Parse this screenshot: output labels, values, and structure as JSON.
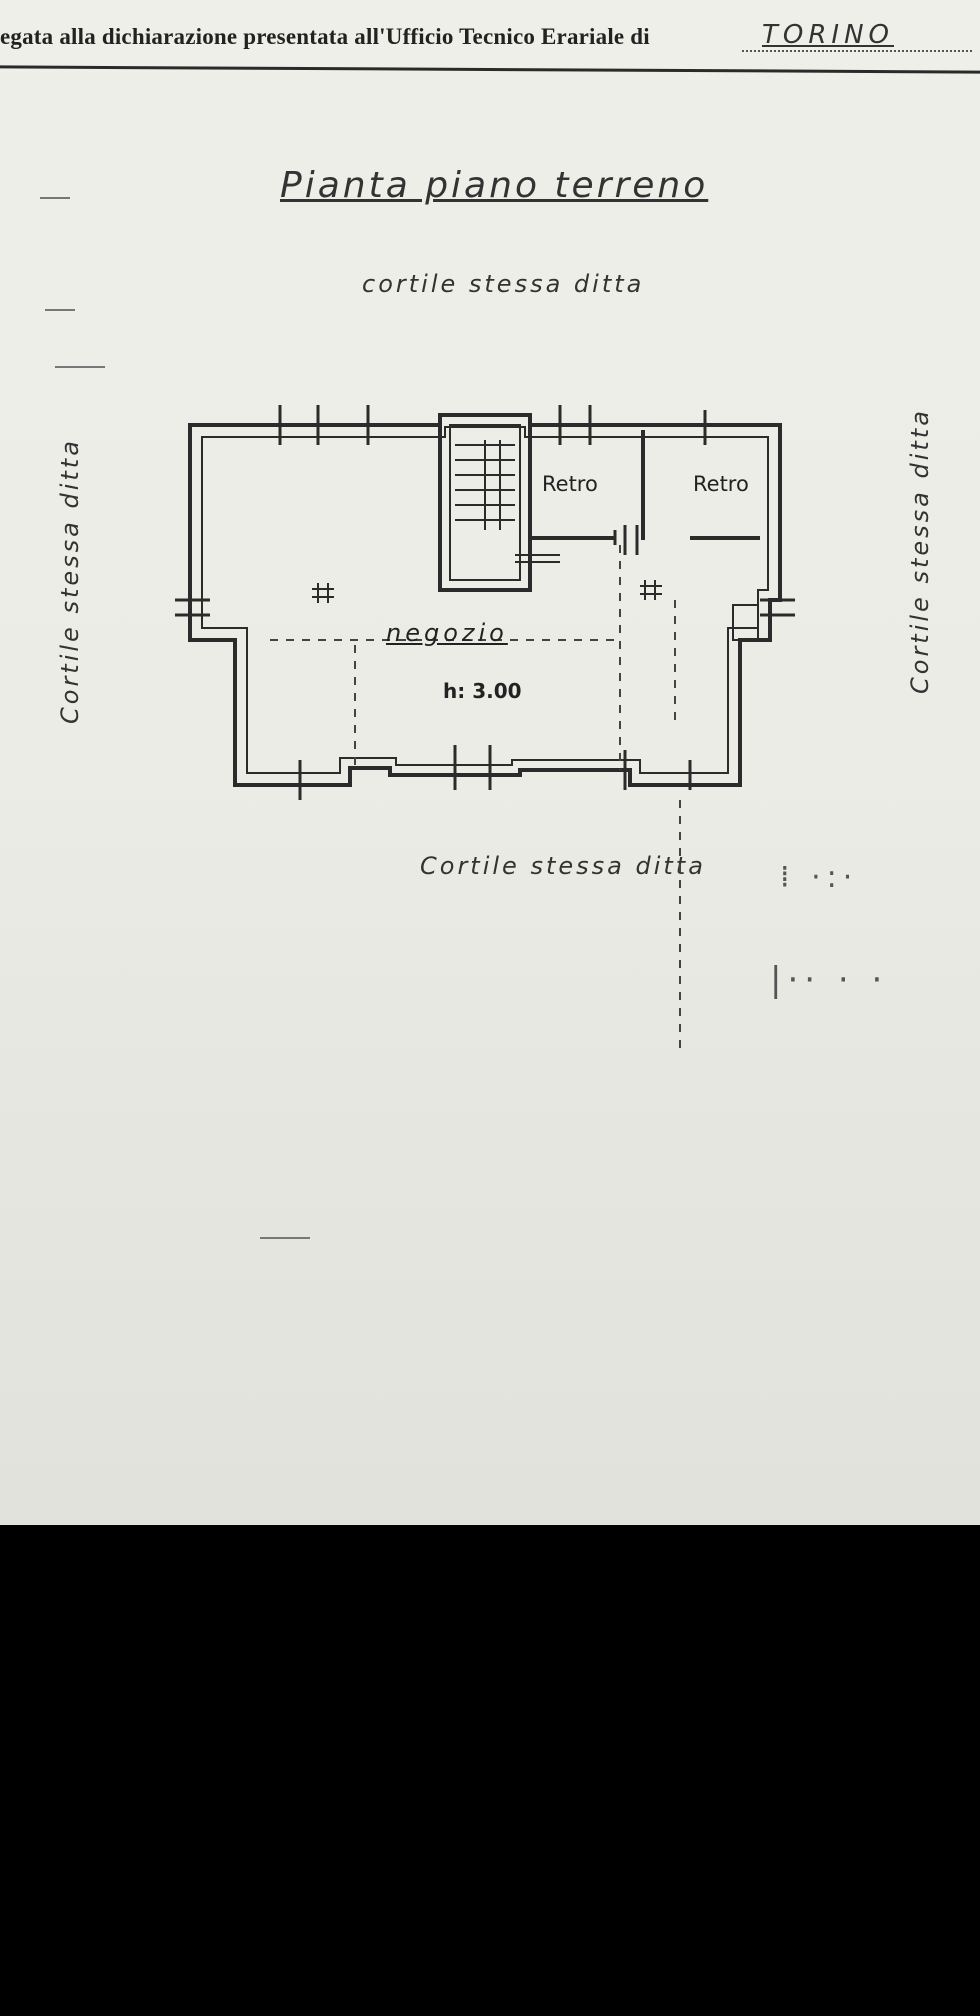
{
  "header": {
    "declaration_text": "egata alla dichiarazione presentata all'Ufficio Tecnico Erariale di",
    "city": "TORINO"
  },
  "plan": {
    "title": "Pianta piano terreno",
    "top_label": "cortile stessa ditta",
    "bottom_label": "Cortile stessa ditta",
    "left_label": "Cortile stessa ditta",
    "right_label": "Cortile stessa ditta",
    "rooms": {
      "retro_left": "Retro",
      "retro_right": "Retro",
      "main": "negozio",
      "height": "h: 3.00"
    }
  }
}
